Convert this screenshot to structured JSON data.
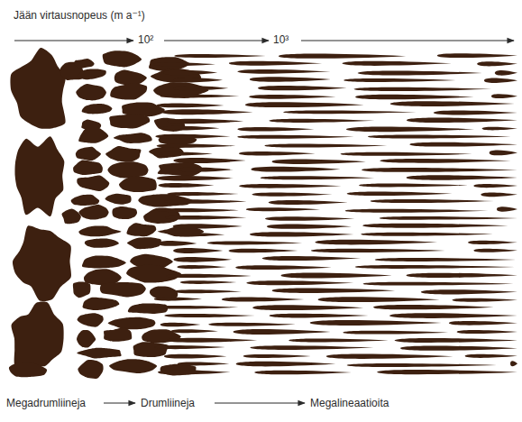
{
  "diagram": {
    "labels": [
      "Jään virtausnopeus (m a⁻¹)",
      "10²",
      "10³",
      "Megadrumliineja",
      "Drumliineja",
      "Megalineaatioita"
    ]
  }
}
